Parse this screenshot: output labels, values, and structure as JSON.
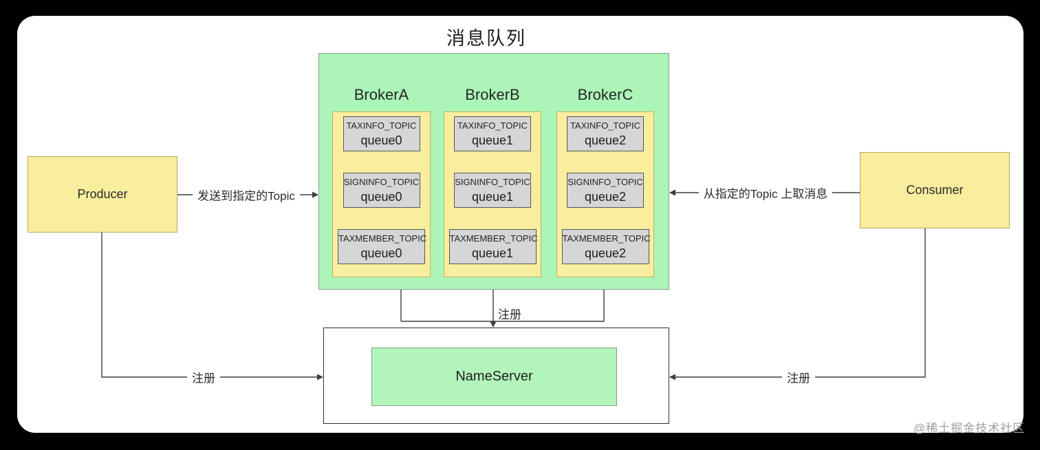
{
  "page": {
    "title": "消息队列",
    "watermark": "@稀土掘金技术社区"
  },
  "cluster": {
    "brokers": [
      {
        "name": "BrokerA",
        "queues": [
          {
            "topic": "TAXINFO_TOPIC",
            "queue": "queue0"
          },
          {
            "topic": "SIGNINFO_TOPIC",
            "queue": "queue0"
          },
          {
            "topic": "TAXMEMBER_TOPIC",
            "queue": "queue0"
          }
        ]
      },
      {
        "name": "BrokerB",
        "queues": [
          {
            "topic": "TAXINFO_TOPIC",
            "queue": "queue1"
          },
          {
            "topic": "SIGNINFO_TOPIC",
            "queue": "queue1"
          },
          {
            "topic": "TAXMEMBER_TOPIC",
            "queue": "queue1"
          }
        ]
      },
      {
        "name": "BrokerC",
        "queues": [
          {
            "topic": "TAXINFO_TOPIC",
            "queue": "queue2"
          },
          {
            "topic": "SIGNINFO_TOPIC",
            "queue": "queue2"
          },
          {
            "topic": "TAXMEMBER_TOPIC",
            "queue": "queue2"
          }
        ]
      }
    ]
  },
  "nodes": {
    "producer": "Producer",
    "consumer": "Consumer",
    "nameserver": "NameServer"
  },
  "edges": {
    "producer_to_cluster": "发送到指定的Topic",
    "cluster_to_consumer": "从指定的Topic 上取消息",
    "brokers_register": "注册",
    "producer_register": "注册",
    "consumer_register": "注册"
  },
  "colors": {
    "background": "#010101",
    "card": "#ffffff",
    "cluster_green": "#acf5b8",
    "node_yellow": "#f9ee9e",
    "queue_gray": "#d6d6d6",
    "line": "#3d3d3d"
  }
}
